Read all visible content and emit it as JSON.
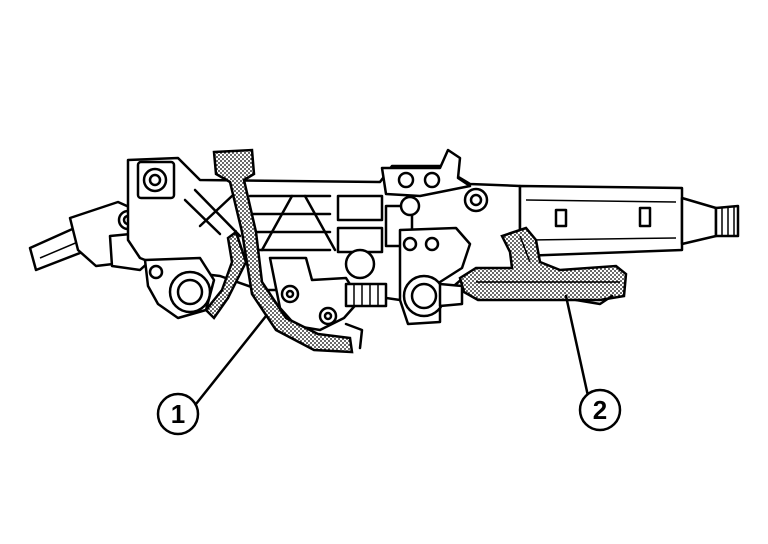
{
  "diagram": {
    "callouts": [
      {
        "id": "1",
        "label": "1"
      },
      {
        "id": "2",
        "label": "2"
      }
    ],
    "colors": {
      "ink": "#000000",
      "background": "#ffffff"
    }
  }
}
